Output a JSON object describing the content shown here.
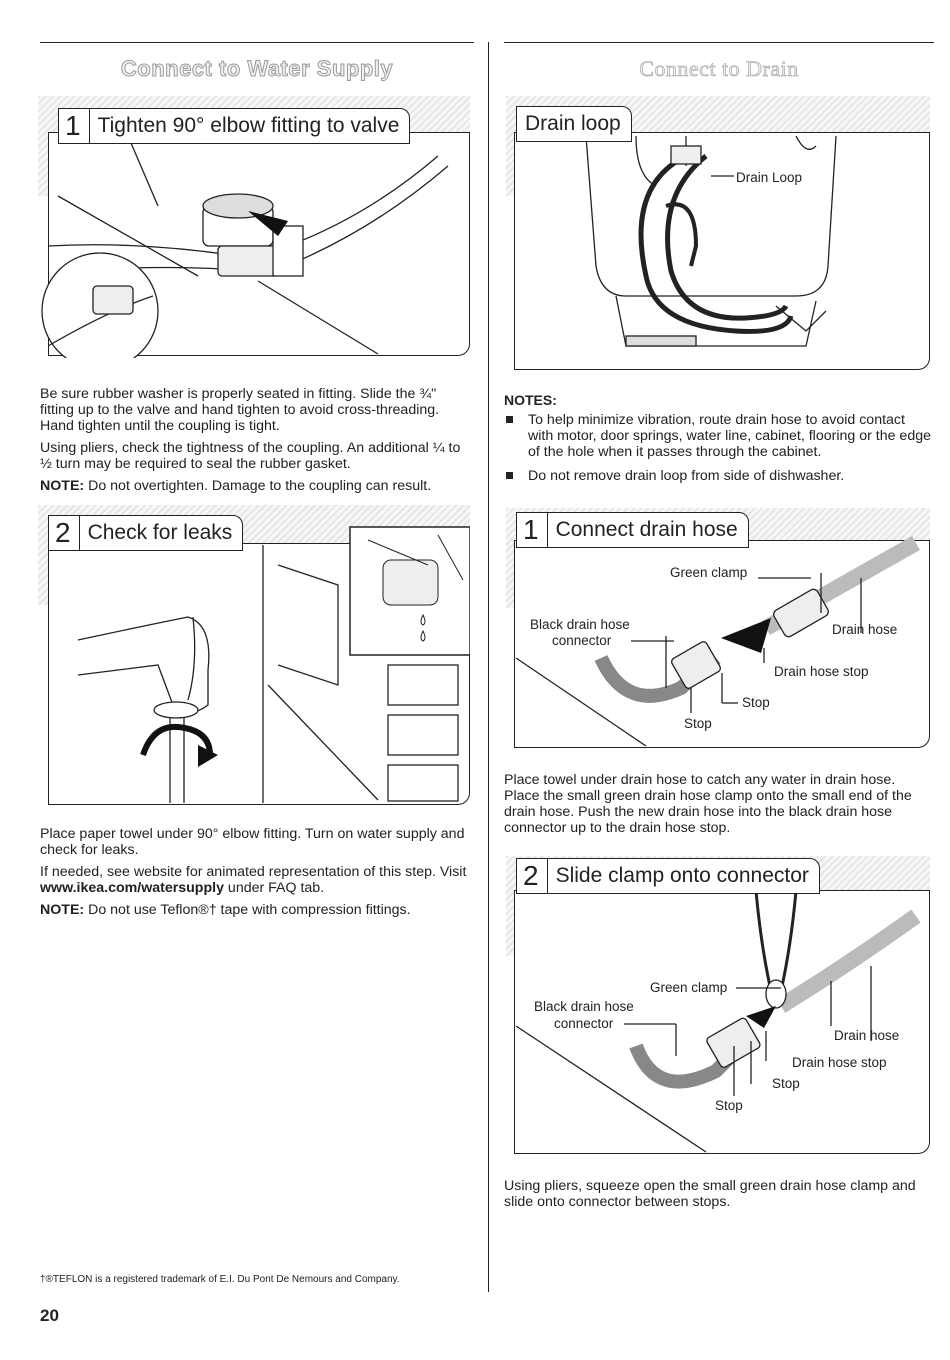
{
  "left": {
    "section_title": "Connect to Water Supply",
    "step1": {
      "number": "1",
      "title": "Tighten 90° elbow fitting to valve",
      "para1": "Be sure rubber washer is properly seated in fitting. Slide the ¾\" fitting up to the valve and hand tighten to avoid cross-threading. Hand tighten until the coupling is tight.",
      "para2": "Using pliers, check the tightness of the coupling. An additional ¼ to ½ turn may be required to seal the rubber gasket.",
      "note_label": "NOTE:",
      "note_text": " Do not overtighten. Damage to the coupling can result."
    },
    "step2": {
      "number": "2",
      "title": "Check for leaks",
      "para1": "Place paper towel under 90° elbow fitting. Turn on water supply and check for leaks.",
      "para2a": "If needed, see website for animated representation of this step. Visit ",
      "para2_link": "www.ikea.com/watersupply",
      "para2b": " under FAQ tab.",
      "note_label": "NOTE:",
      "note_text": " Do not use Teflon®† tape with compression fittings."
    },
    "footnote": "†®TEFLON is a registered trademark of E.I. Du Pont De Nemours and Company.",
    "page_number": "20"
  },
  "right": {
    "section_title": "Connect to Drain",
    "drain_loop": {
      "title": "Drain loop",
      "callout": "Drain Loop"
    },
    "notes": {
      "title": "NOTES:",
      "items": [
        "To help minimize vibration, route drain hose to avoid contact with motor, door springs, water line, cabinet, flooring or the edge of the hole when it passes through the cabinet.",
        "Do not remove drain loop from side of dishwasher."
      ]
    },
    "step1": {
      "number": "1",
      "title": "Connect drain hose",
      "labels": {
        "green_clamp": "Green clamp",
        "black_connector_1": "Black drain hose",
        "black_connector_2": "connector",
        "drain_hose": "Drain hose",
        "drain_hose_stop": "Drain hose stop",
        "stop_a": "Stop",
        "stop_b": "Stop"
      },
      "para": "Place towel under drain hose to catch any water in drain hose. Place the small green drain hose clamp onto the small end of the drain hose. Push the new drain hose into the black drain hose connector up to the drain hose stop."
    },
    "step2": {
      "number": "2",
      "title": "Slide clamp onto connector",
      "labels": {
        "green_clamp": "Green clamp",
        "black_connector_1": "Black drain hose",
        "black_connector_2": "connector",
        "drain_hose": "Drain hose",
        "drain_hose_stop": "Drain hose stop",
        "stop_a": "Stop",
        "stop_b": "Stop"
      },
      "para": "Using pliers, squeeze open the small green drain hose clamp and slide onto connector between stops."
    }
  }
}
